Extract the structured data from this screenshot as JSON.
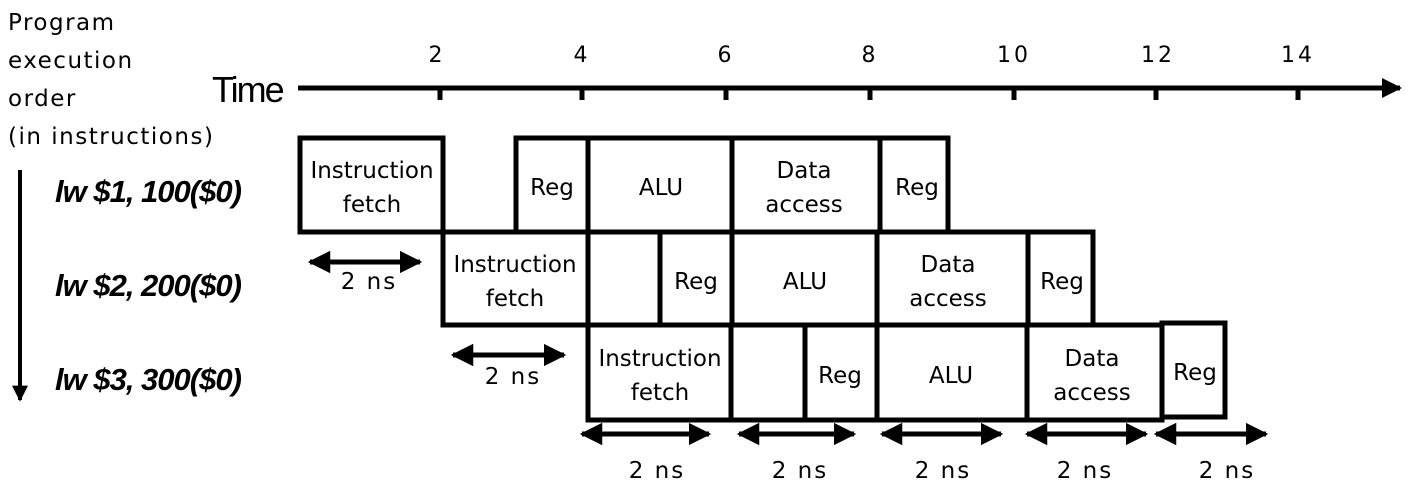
{
  "side_label": [
    "Program",
    "execution",
    "order",
    "(in instructions)"
  ],
  "time_label": "Time",
  "ticks": [
    "2",
    "4",
    "6",
    "8",
    "10",
    "12",
    "14"
  ],
  "instructions": [
    "lw $1, 100($0)",
    "lw $2, 200($0)",
    "lw $3, 300($0)"
  ],
  "stages": {
    "if": [
      "Instruction",
      "fetch"
    ],
    "reg": "Reg",
    "alu": "ALU",
    "mem": [
      "Data",
      "access"
    ]
  },
  "duration_label": "2 ns"
}
